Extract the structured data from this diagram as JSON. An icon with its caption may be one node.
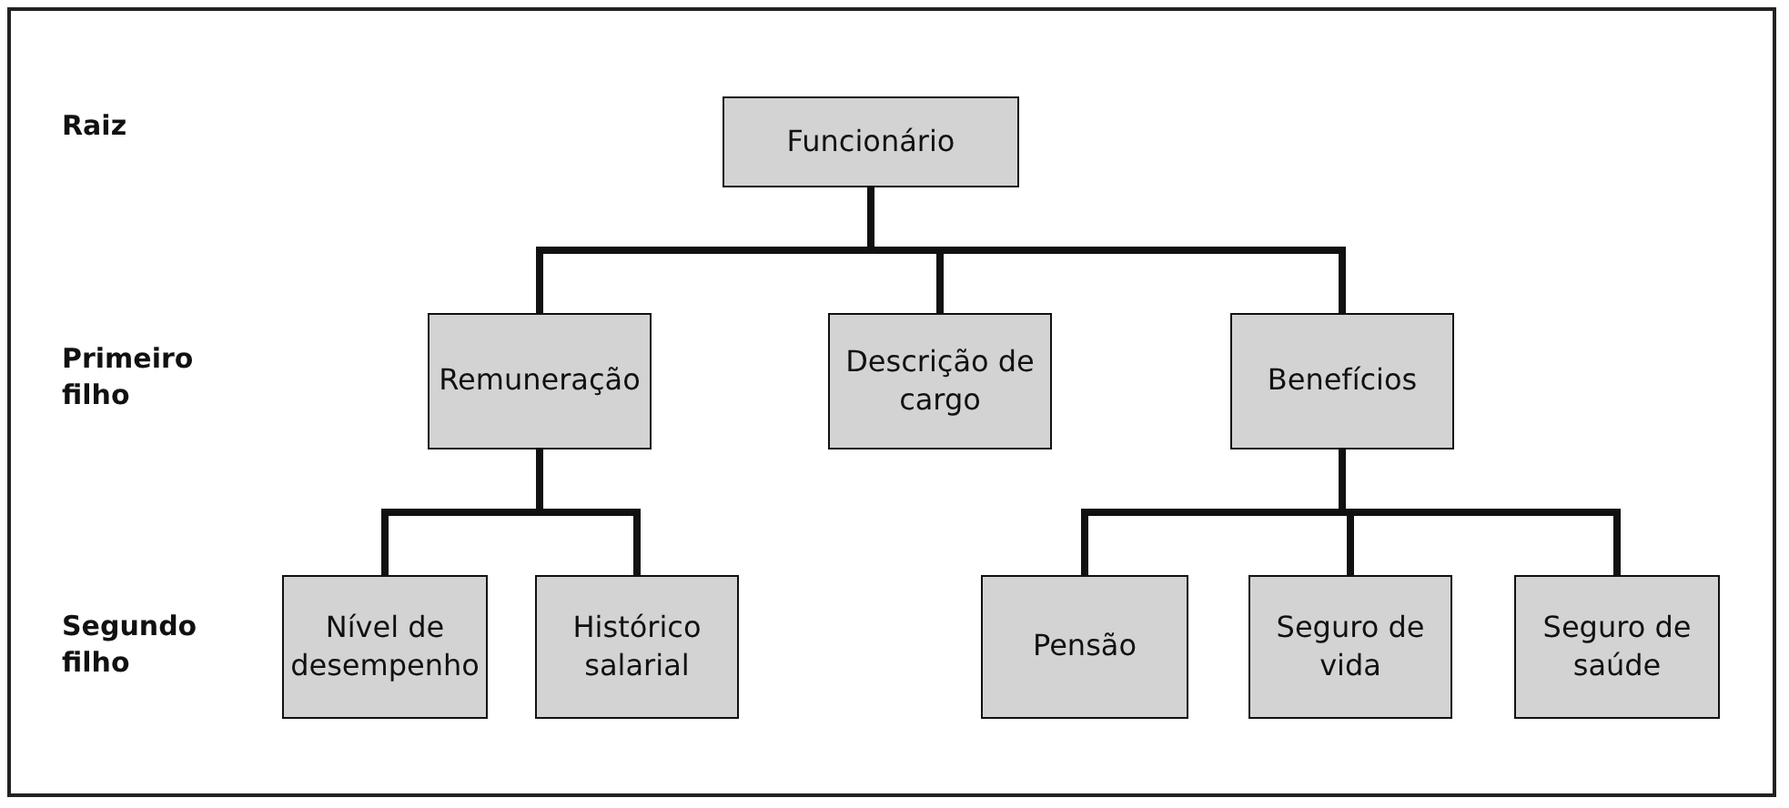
{
  "diagram": {
    "nodes": [
      {
        "text": [
          "Funcionário"
        ]
      },
      {
        "text": [
          "Remuneração"
        ]
      },
      {
        "text": [
          "Descrição de cargo"
        ]
      },
      {
        "text": [
          "Benefícios"
        ]
      },
      {
        "text": [
          "Nível de desempenho"
        ]
      },
      {
        "text": [
          "Histórico salarial"
        ]
      },
      {
        "text": [
          "Pensão"
        ]
      },
      {
        "text": [
          "Seguro de vida"
        ]
      },
      {
        "text": [
          "Seguro de saúde"
        ]
      }
    ],
    "edges": [
      {
        "from": 0,
        "to": 1,
        "arrow": "none"
      },
      {
        "from": 0,
        "to": 2,
        "arrow": "none"
      },
      {
        "from": 0,
        "to": 3,
        "arrow": "none"
      },
      {
        "from": 1,
        "to": 4,
        "arrow": "none"
      },
      {
        "from": 1,
        "to": 5,
        "arrow": "none"
      },
      {
        "from": 3,
        "to": 6,
        "arrow": "none"
      },
      {
        "from": 3,
        "to": 7,
        "arrow": "none"
      },
      {
        "from": 3,
        "to": 8,
        "arrow": "none"
      }
    ],
    "labels": [
      "Raiz",
      "Primeiro filho",
      "Segundo filho"
    ]
  }
}
